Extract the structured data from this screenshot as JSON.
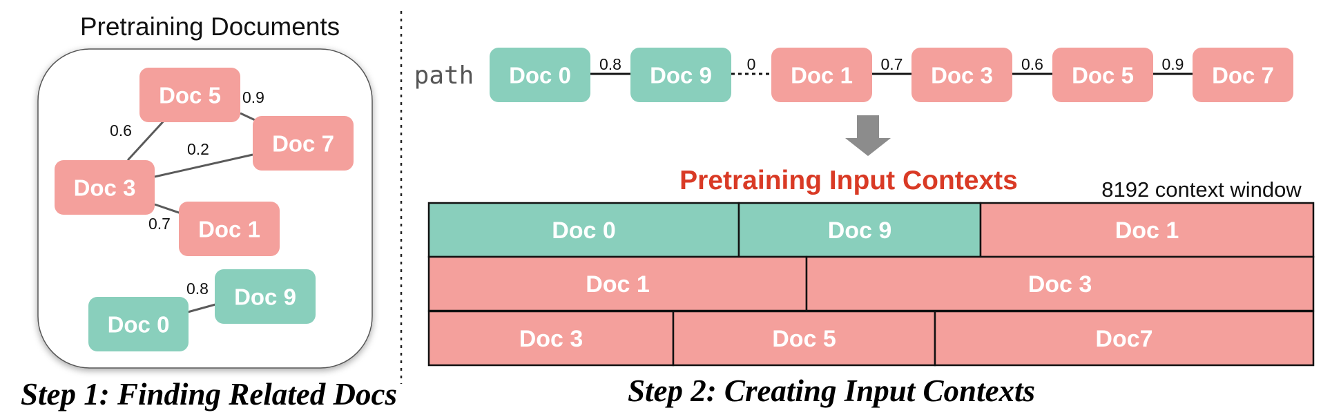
{
  "colors": {
    "teal": "#89CFBC",
    "pink": "#F4A09C",
    "red_title": "#D93A25",
    "edge": "#5a5a5a",
    "arrow": "#8c8c8c",
    "border": "#111111"
  },
  "step1": {
    "header": "Pretraining Documents",
    "caption": "Step 1: Finding Related Docs",
    "nodes": [
      {
        "id": "doc5",
        "label": "Doc 5",
        "kind": "pink"
      },
      {
        "id": "doc7",
        "label": "Doc 7",
        "kind": "pink"
      },
      {
        "id": "doc3",
        "label": "Doc 3",
        "kind": "pink"
      },
      {
        "id": "doc1",
        "label": "Doc 1",
        "kind": "pink"
      },
      {
        "id": "doc9",
        "label": "Doc 9",
        "kind": "teal"
      },
      {
        "id": "doc0",
        "label": "Doc 0",
        "kind": "teal"
      }
    ],
    "edges": [
      {
        "from": "doc3",
        "to": "doc5",
        "weight": "0.6"
      },
      {
        "from": "doc5",
        "to": "doc7",
        "weight": "0.9"
      },
      {
        "from": "doc3",
        "to": "doc7",
        "weight": "0.2"
      },
      {
        "from": "doc3",
        "to": "doc1",
        "weight": "0.7"
      },
      {
        "from": "doc0",
        "to": "doc9",
        "weight": "0.8"
      }
    ]
  },
  "step2": {
    "path_label": "path",
    "path_nodes": [
      {
        "label": "Doc 0",
        "kind": "teal"
      },
      {
        "label": "Doc 9",
        "kind": "teal"
      },
      {
        "label": "Doc 1",
        "kind": "pink"
      },
      {
        "label": "Doc 3",
        "kind": "pink"
      },
      {
        "label": "Doc 5",
        "kind": "pink"
      },
      {
        "label": "Doc 7",
        "kind": "pink"
      }
    ],
    "path_edges": [
      {
        "weight": "0.8",
        "dashed": false
      },
      {
        "weight": "0",
        "dashed": true
      },
      {
        "weight": "0.7",
        "dashed": false
      },
      {
        "weight": "0.6",
        "dashed": false
      },
      {
        "weight": "0.9",
        "dashed": false
      }
    ],
    "contexts_title": "Pretraining Input Contexts",
    "window_label": "8192 context window",
    "rows": [
      [
        {
          "label": "Doc 0",
          "kind": "teal"
        },
        {
          "label": "Doc 9",
          "kind": "teal"
        },
        {
          "label": "Doc 1",
          "kind": "pink"
        }
      ],
      [
        {
          "label": "Doc 1",
          "kind": "pink"
        },
        {
          "label": "Doc 3",
          "kind": "pink"
        }
      ],
      [
        {
          "label": "Doc 3",
          "kind": "pink"
        },
        {
          "label": "Doc 5",
          "kind": "pink"
        },
        {
          "label": "Doc7",
          "kind": "pink"
        }
      ]
    ],
    "caption": "Step 2: Creating Input Contexts"
  }
}
